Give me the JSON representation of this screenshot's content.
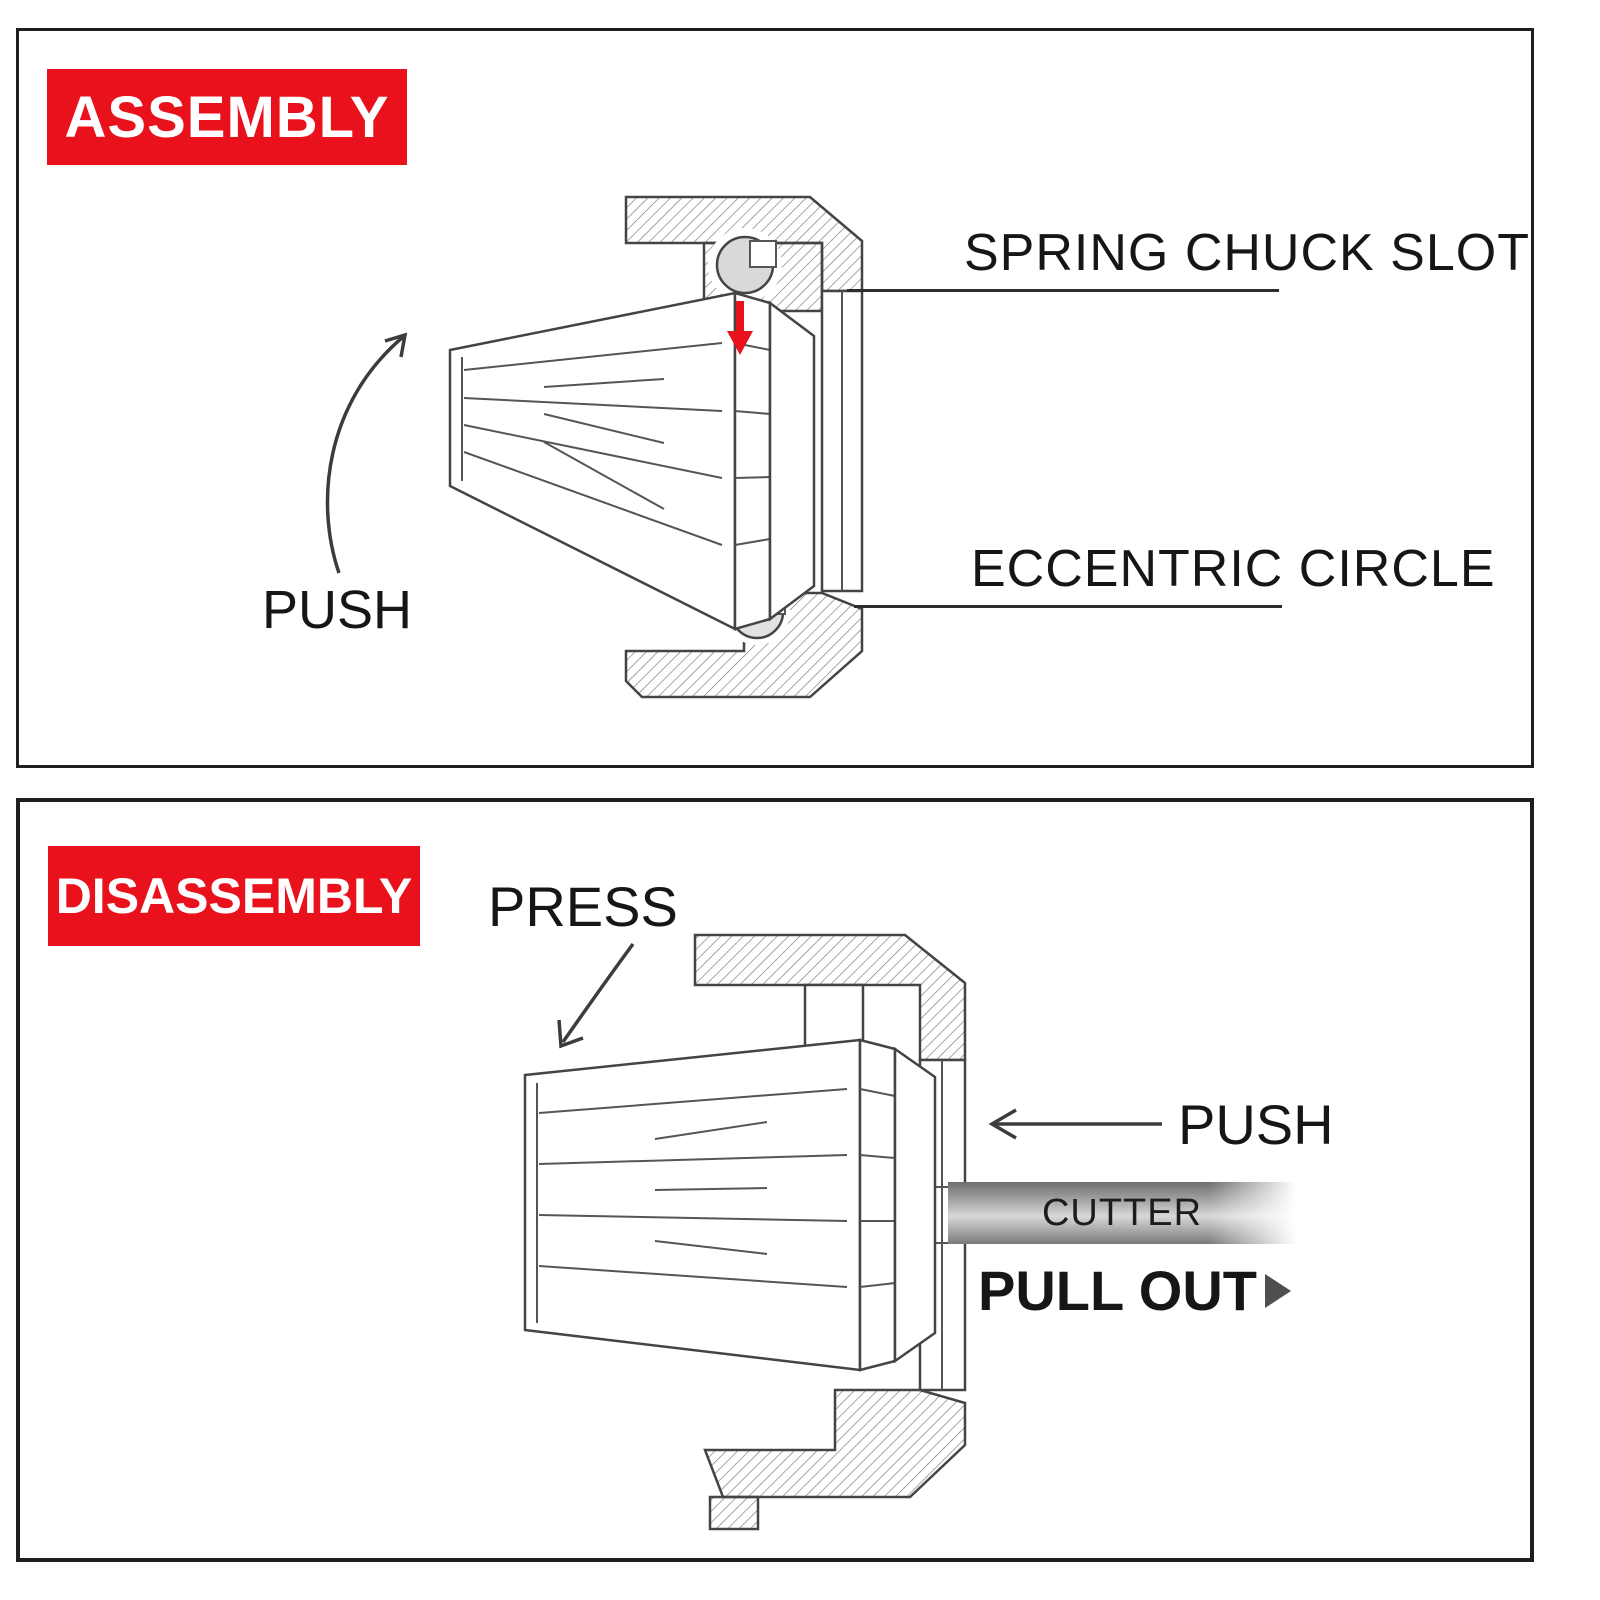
{
  "assembly": {
    "badge": "ASSEMBLY",
    "labels": {
      "spring_chuck_slot": "SPRING CHUCK SLOT",
      "eccentric_circle": "ECCENTRIC CIRCLE",
      "push": "PUSH"
    }
  },
  "disassembly": {
    "badge": "DISASSEMBLY",
    "labels": {
      "press": "PRESS",
      "push": "PUSH",
      "cutter": "CUTTER",
      "pull_out": "PULL OUT"
    }
  },
  "icons": {
    "curved_push_arrow": "curved-arrow-up-right",
    "red_down_arrow": "arrow-down",
    "press_arrow": "arrow-down-left",
    "push_arrow": "arrow-left",
    "pull_out_arrow": "triangle-right"
  },
  "colors": {
    "badge_red": "#E8111C",
    "arrow_red": "#E8111C",
    "line": "#2C2C2C"
  }
}
